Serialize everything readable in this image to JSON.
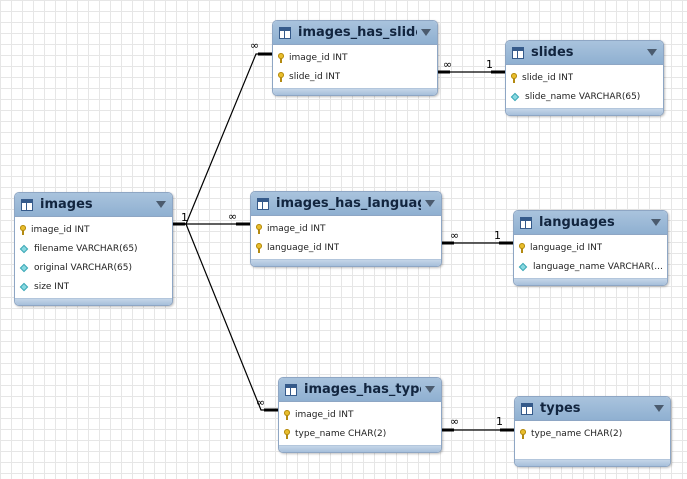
{
  "tables": [
    {
      "id": "images",
      "title": "images",
      "columns": [
        {
          "icon": "key",
          "text": "image_id INT"
        },
        {
          "icon": "diamond",
          "text": "filename VARCHAR(65)"
        },
        {
          "icon": "diamond",
          "text": "original VARCHAR(65)"
        },
        {
          "icon": "diamond",
          "text": "size INT"
        }
      ]
    },
    {
      "id": "images_has_slides",
      "title": "images_has_slides",
      "columns": [
        {
          "icon": "key",
          "text": "image_id INT"
        },
        {
          "icon": "key",
          "text": "slide_id INT"
        }
      ]
    },
    {
      "id": "slides",
      "title": "slides",
      "columns": [
        {
          "icon": "key",
          "text": "slide_id INT"
        },
        {
          "icon": "diamond",
          "text": "slide_name VARCHAR(65)"
        }
      ]
    },
    {
      "id": "images_has_languages",
      "title": "images_has_languages",
      "columns": [
        {
          "icon": "key",
          "text": "image_id INT"
        },
        {
          "icon": "key",
          "text": "language_id INT"
        }
      ]
    },
    {
      "id": "languages",
      "title": "languages",
      "columns": [
        {
          "icon": "key",
          "text": "language_id INT"
        },
        {
          "icon": "diamond",
          "text": "language_name VARCHAR(..."
        }
      ]
    },
    {
      "id": "images_has_types",
      "title": "images_has_types",
      "columns": [
        {
          "icon": "key",
          "text": "image_id INT"
        },
        {
          "icon": "key",
          "text": "type_name CHAR(2)"
        }
      ]
    },
    {
      "id": "types",
      "title": "types",
      "columns": [
        {
          "icon": "key",
          "text": "type_name CHAR(2)"
        }
      ]
    }
  ],
  "relationships": [
    {
      "from": "images",
      "to": "images_has_slides",
      "from_label": "1",
      "to_label": "∞"
    },
    {
      "from": "images",
      "to": "images_has_languages",
      "from_label": "1",
      "to_label": "∞"
    },
    {
      "from": "images",
      "to": "images_has_types",
      "from_label": "1",
      "to_label": "∞"
    },
    {
      "from": "images_has_slides",
      "to": "slides",
      "from_label": "∞",
      "to_label": "1"
    },
    {
      "from": "images_has_languages",
      "to": "languages",
      "from_label": "∞",
      "to_label": "1"
    },
    {
      "from": "images_has_types",
      "to": "types",
      "from_label": "∞",
      "to_label": "1"
    }
  ]
}
